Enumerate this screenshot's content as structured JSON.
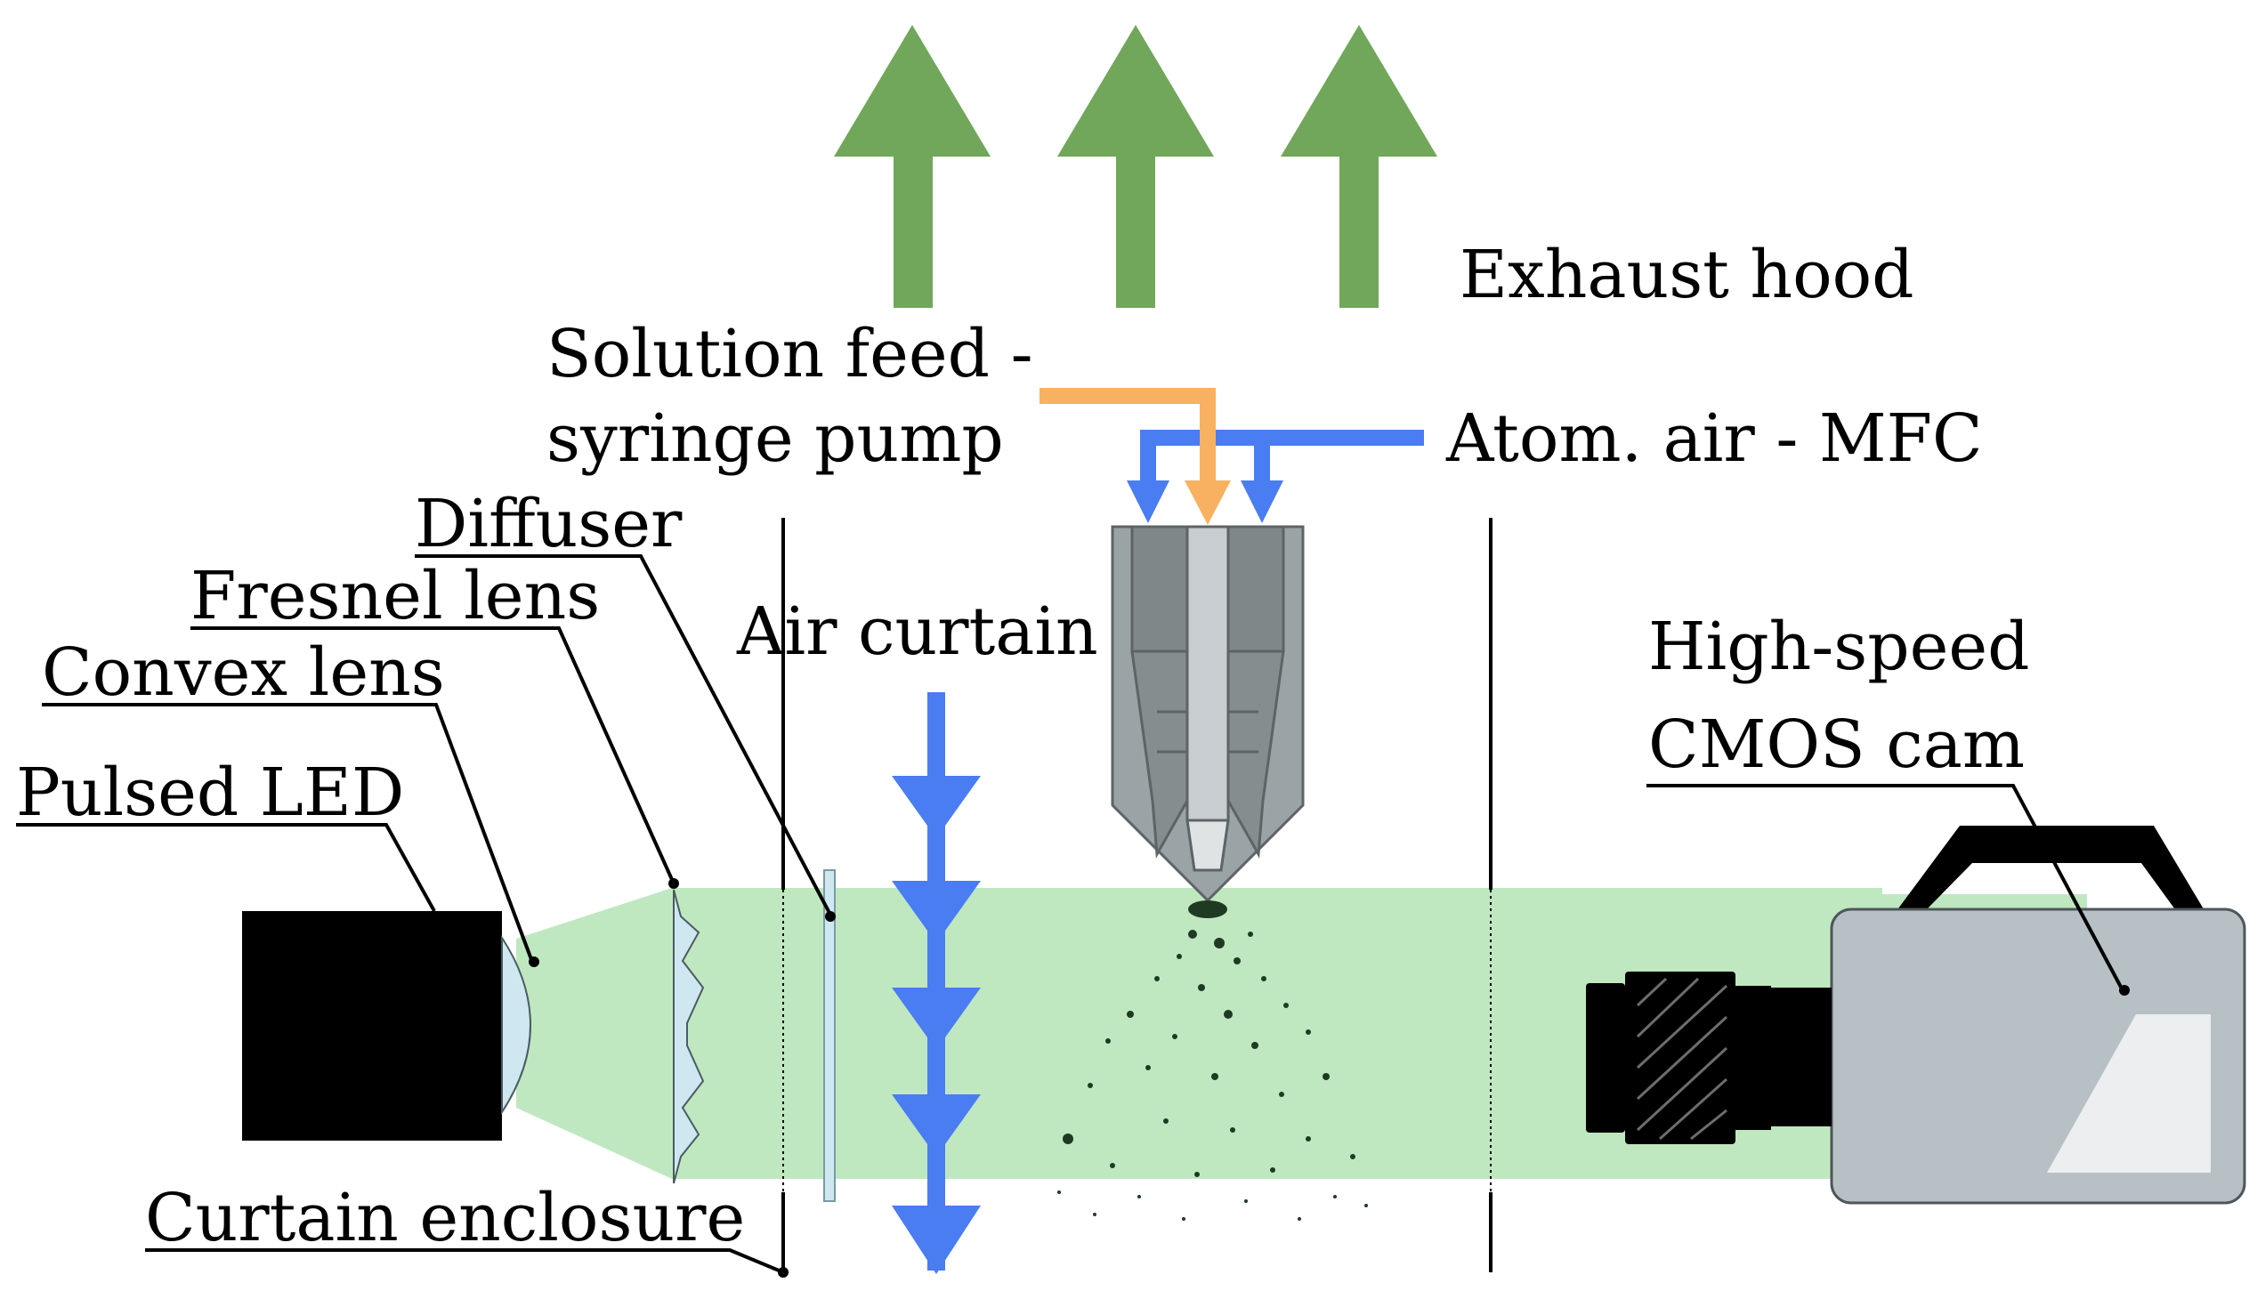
{
  "labels": {
    "exhaust_hood": "Exhaust hood",
    "solution_feed_line1": "Solution feed -",
    "solution_feed_line2": "syringe pump",
    "atom_air": "Atom. air - MFC",
    "diffuser": "Diffuser",
    "fresnel_lens": "Fresnel lens",
    "convex_lens": "Convex lens",
    "pulsed_led": "Pulsed LED",
    "air_curtain": "Air curtain",
    "high_speed_line1": "High-speed",
    "high_speed_line2": "CMOS cam",
    "curtain_enclosure": "Curtain enclosure"
  },
  "icons": {
    "exhaust_arrows": "up-arrow-icon",
    "air_curtain_arrows": "down-arrow-icon",
    "camera": "camera-icon",
    "led": "led-source-icon",
    "nozzle": "atomizer-nozzle-icon"
  },
  "colors": {
    "exhaust_green": "#70a75a",
    "light_beam": "#bfe8c1",
    "solution_orange": "#f8b160",
    "air_blue": "#4a7cf2",
    "led_black": "#000000",
    "nozzle_gray": "#9aa3a6",
    "camera_gray": "#b7c1c5",
    "lens_blue": "#cfe7f0",
    "droplet_dark": "#1f3a22"
  }
}
